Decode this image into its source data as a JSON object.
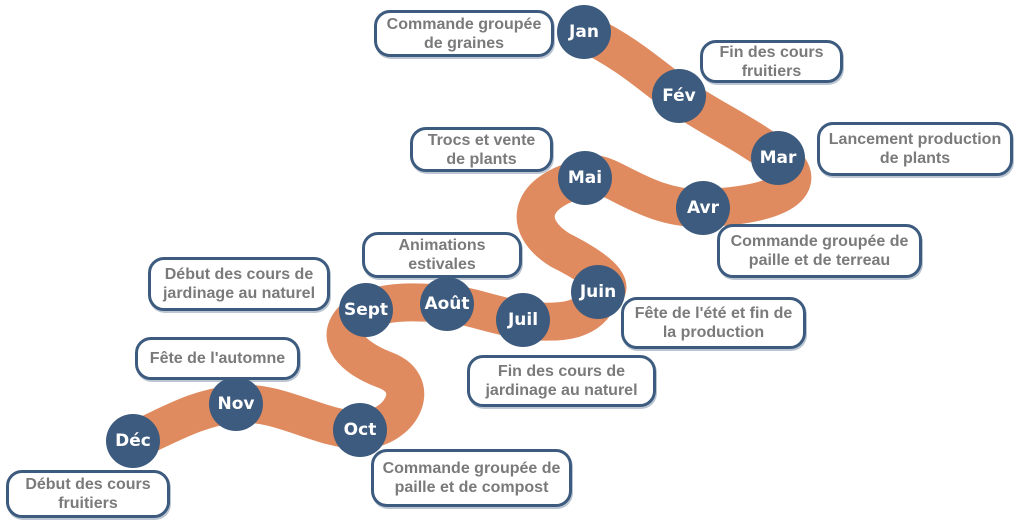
{
  "colors": {
    "path": "#e08b5f",
    "node": "#3d5b7e",
    "node_text": "#ffffff",
    "event_text": "#7a7a7a",
    "event_border": "#3d5b7e"
  },
  "months": {
    "jan": "Jan",
    "fev": "Fév",
    "mar": "Mar",
    "avr": "Avr",
    "mai": "Mai",
    "juin": "Juin",
    "juil": "Juil",
    "aout": "Août",
    "sept": "Sept",
    "oct": "Oct",
    "nov": "Nov",
    "dec": "Déc"
  },
  "events": {
    "jan": "Commande groupée de graines",
    "fev": "Fin des cours fruitiers",
    "mar": "Lancement production de plants",
    "avr": "Commande groupée de paille et de terreau",
    "mai": "Trocs et vente de plants",
    "juin": "Fête de l'été et fin de la production",
    "juil": "Fin des cours de jardinage au naturel",
    "aout": "Animations estivales",
    "sept": "Début des cours de jardinage au naturel",
    "oct": "Commande groupée de paille et de compost",
    "nov": "Fête de l'automne",
    "dec": "Début des cours fruitiers"
  }
}
